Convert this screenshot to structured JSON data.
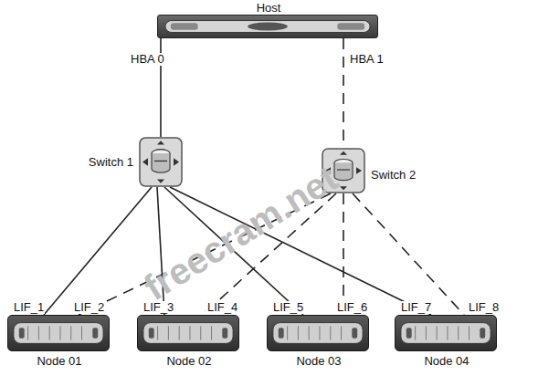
{
  "diagram": {
    "nodes": [
      {
        "text": [
          "Host"
        ]
      },
      {
        "text": [
          "Switch 1"
        ]
      },
      {
        "text": [
          "Switch 2"
        ]
      },
      {
        "text": [
          "Node 01"
        ]
      },
      {
        "text": [
          "Node 02"
        ]
      },
      {
        "text": [
          "Node 03"
        ]
      },
      {
        "text": [
          "Node 04"
        ]
      }
    ],
    "edges": [
      {
        "from": 0,
        "to": 1,
        "label": "HBA 0",
        "arrow": "none"
      },
      {
        "from": 0,
        "to": 2,
        "label": "HBA 1",
        "arrow": "none"
      },
      {
        "from": 1,
        "to": 3,
        "arrow": "none"
      },
      {
        "from": 1,
        "to": 4,
        "arrow": "none"
      },
      {
        "from": 1,
        "to": 5,
        "arrow": "none"
      },
      {
        "from": 1,
        "to": 6,
        "arrow": "none"
      },
      {
        "from": 2,
        "to": 3,
        "arrow": "none"
      },
      {
        "from": 2,
        "to": 4,
        "arrow": "none"
      },
      {
        "from": 2,
        "to": 5,
        "arrow": "none"
      },
      {
        "from": 2,
        "to": 6,
        "arrow": "none"
      }
    ],
    "labels": [
      "LIF_1",
      "LIF_2",
      "LIF_3",
      "LIF_4",
      "LIF_5",
      "LIF_6",
      "LIF_7",
      "LIF_8",
      "freecram.net"
    ]
  }
}
